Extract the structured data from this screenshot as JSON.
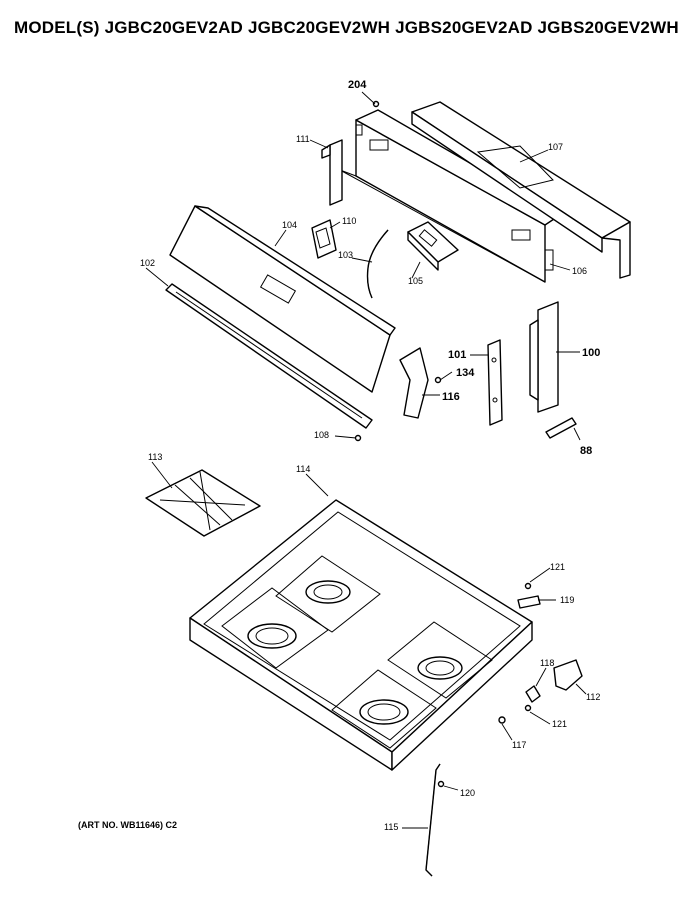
{
  "header": {
    "models": "MODEL(S) JGBC20GEV2AD  JGBC20GEV2WH  JGBS20GEV2AD  JGBS20GEV2WH"
  },
  "footer": {
    "art_number": "(ART NO. WB11646) C2"
  },
  "parts": {
    "p204": "204",
    "p111": "111",
    "p107": "107",
    "p110": "110",
    "p104": "104",
    "p102": "102",
    "p103": "103",
    "p105": "105",
    "p106": "106",
    "p100": "100",
    "p101": "101",
    "p134": "134",
    "p116a": "116",
    "p108": "108",
    "p88": "88",
    "p113": "113",
    "p114": "114",
    "p121a": "121",
    "p119": "119",
    "p118": "118",
    "p112": "112",
    "p121b": "121",
    "p117": "117",
    "p120": "120",
    "p115": "115"
  }
}
